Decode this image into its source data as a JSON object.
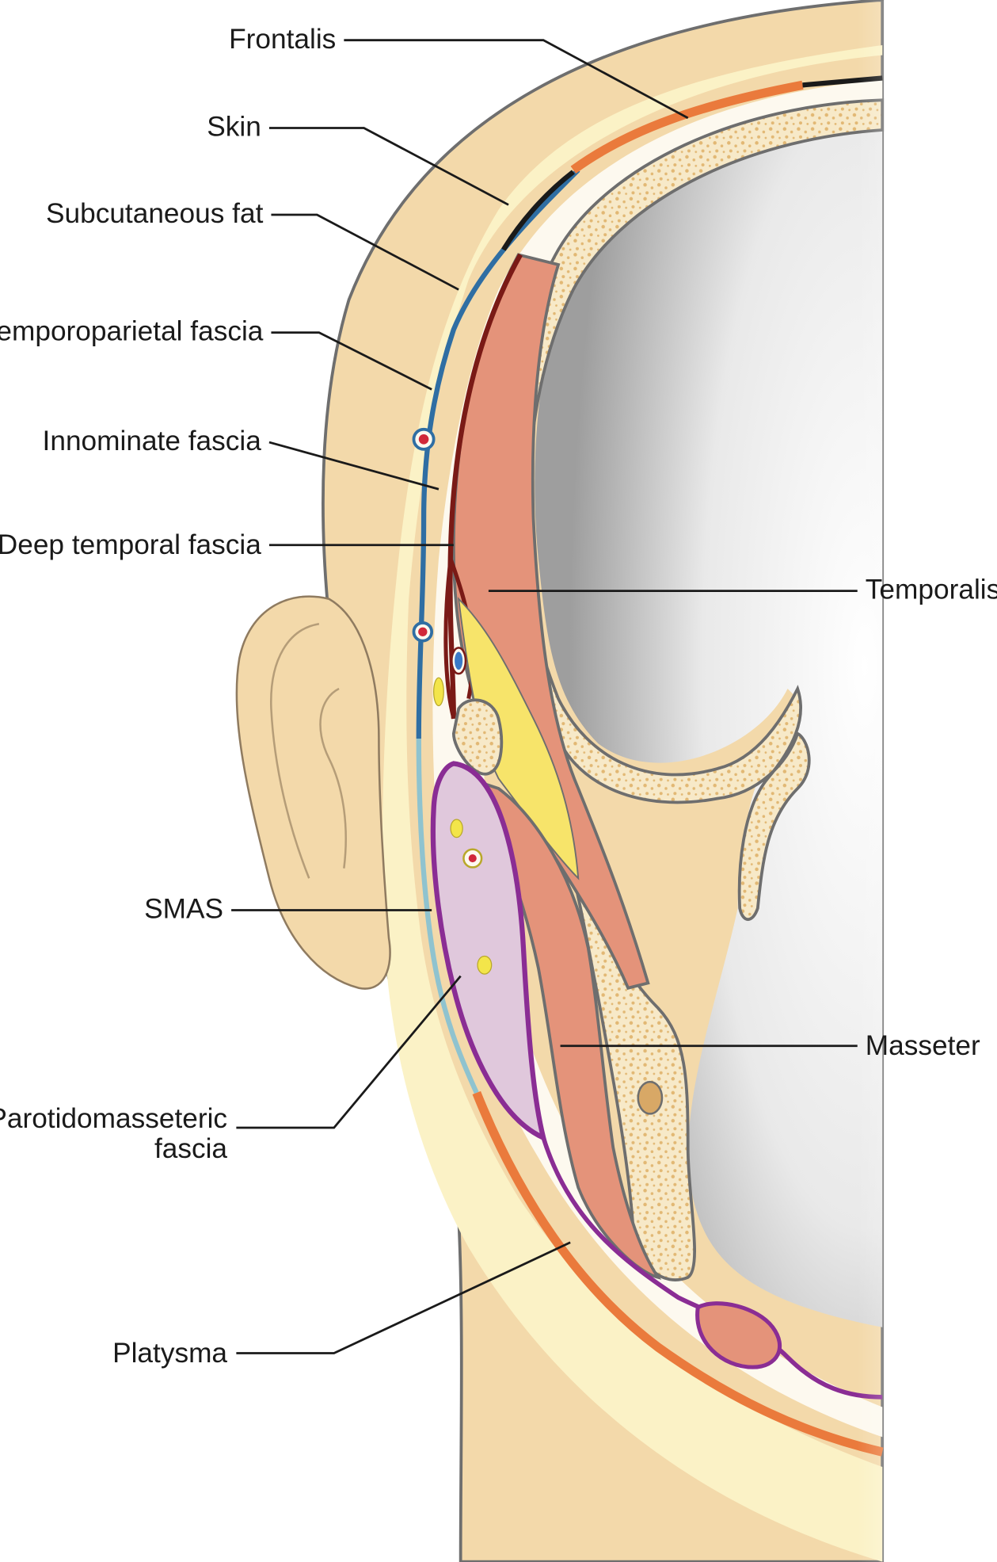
{
  "labels": {
    "frontalis": "Frontalis",
    "skin": "Skin",
    "subcutaneous_fat": "Subcutaneous fat",
    "temporoparietal_fascia": "Temporoparietal fascia",
    "innominate_fascia": "Innominate fascia",
    "deep_temporal_fascia": "Deep temporal fascia",
    "temporalis": "Temporalis",
    "smas": "SMAS",
    "masseter": "Masseter",
    "parotidomasseteric_fascia_line1": "Parotidomasseteric",
    "parotidomasseteric_fascia_line2": "fascia",
    "platysma": "Platysma"
  },
  "colors": {
    "skin": "#f3d9aa",
    "subcutaneous_fat": "#fbf2c6",
    "fascia_white": "#fdf9ef",
    "temporoparietal_fascia": "#2f6ea3",
    "smas": "#8fc3cf",
    "deep_temporal_fascia": "#7a1a16",
    "muscle": "#e4937a",
    "frontalis": "#ea7a3c",
    "platysma": "#ea7a3c",
    "parotid": "#e0c8dc",
    "parotidomasseteric_fascia": "#8a2d94",
    "fat_pad": "#f7e46a",
    "bone": "#f7e9c8",
    "bone_spots": "#e2b874"
  }
}
